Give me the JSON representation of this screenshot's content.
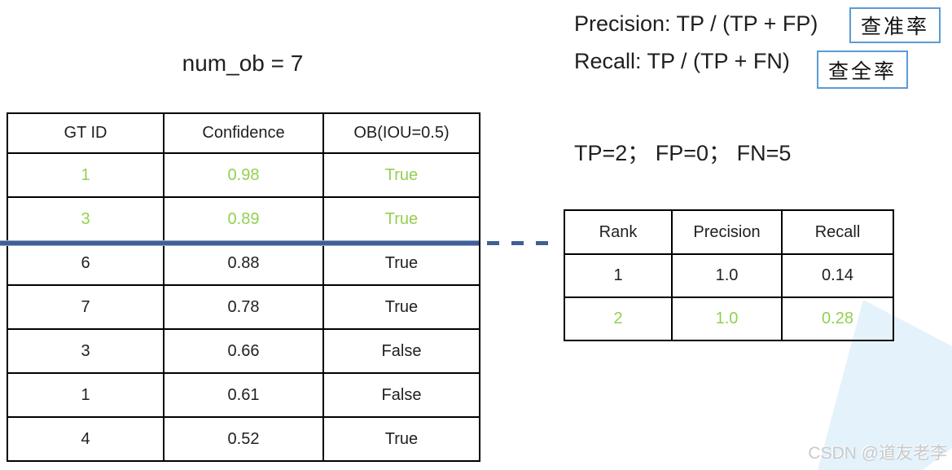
{
  "title": "num_ob = 7",
  "formulas": {
    "precision": "Precision: TP / (TP + FP)",
    "precision_label_cn": "查准率",
    "recall": "Recall: TP / (TP + FN)",
    "recall_label_cn": "查全率"
  },
  "counts_line": "TP=2；  FP=0；  FN=5",
  "left_table": {
    "headers": [
      "GT ID",
      "Confidence",
      "OB(IOU=0.5)"
    ],
    "rows": [
      {
        "cells": [
          "1",
          "0.98",
          "True"
        ],
        "green": true
      },
      {
        "cells": [
          "3",
          "0.89",
          "True"
        ],
        "green": true
      },
      {
        "cells": [
          "6",
          "0.88",
          "True"
        ],
        "green": false
      },
      {
        "cells": [
          "7",
          "0.78",
          "True"
        ],
        "green": false
      },
      {
        "cells": [
          "3",
          "0.66",
          "False"
        ],
        "green": false
      },
      {
        "cells": [
          "1",
          "0.61",
          "False"
        ],
        "green": false
      },
      {
        "cells": [
          "4",
          "0.52",
          "True"
        ],
        "green": false
      }
    ],
    "rank_divider_after_row": 2
  },
  "right_table": {
    "headers": [
      "Rank",
      "Precision",
      "Recall"
    ],
    "rows": [
      {
        "cells": [
          "1",
          "1.0",
          "0.14"
        ],
        "green": false
      },
      {
        "cells": [
          "2",
          "1.0",
          "0.28"
        ],
        "green": true
      }
    ]
  },
  "watermark": "CSDN @道友老李",
  "colors": {
    "highlight_green": "#92d050",
    "divider_blue": "#3f5f96",
    "box_border_blue": "#5b9bd5",
    "corner_shape_blue": "#e4f2fc"
  }
}
